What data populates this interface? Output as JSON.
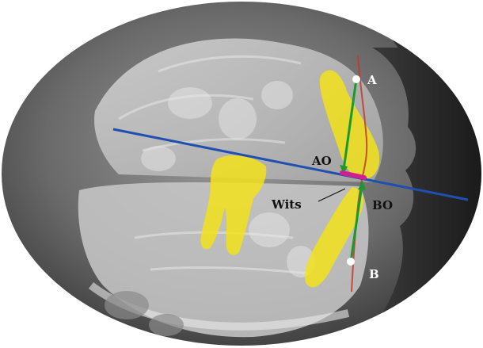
{
  "figure": {
    "labels": {
      "point_a": "A",
      "point_b": "B",
      "ao": "AO",
      "bo": "BO",
      "wits": "Wits"
    },
    "colors": {
      "occlusal_plane": "#1f4fb0",
      "perpendicular": "#1a9a2a",
      "soft_tissue_profile": "#c0392b",
      "teeth_highlight": "#f2e21a",
      "wits_segment": "#d02090",
      "point_marker": "#ffffff"
    }
  }
}
